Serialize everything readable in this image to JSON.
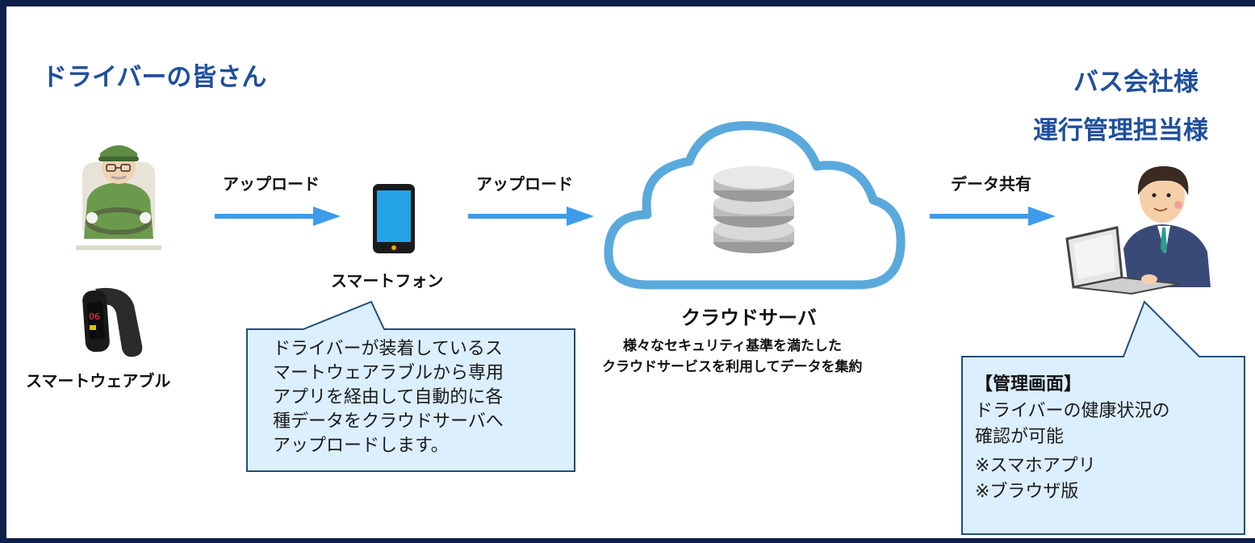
{
  "drivers_heading": "ドライバーの皆さん",
  "bus_company": {
    "line1": "バス会社様",
    "line2": "運行管理担当様"
  },
  "devices": {
    "wearable_label": "スマートウェアブル",
    "wearable_display": "06",
    "phone_label": "スマートフォン"
  },
  "arrows": {
    "upload_1": "アップロード",
    "upload_2": "アップロード",
    "share": "データ共有"
  },
  "cloud": {
    "title": "クラウドサーバ",
    "desc_line1": "様々なセキュリティ基準を満たした",
    "desc_line2": "クラウドサービスを利用してデータを集約"
  },
  "callout_left": {
    "lines": [
      "ドライバーが装着しているス",
      "マートウェアラブルから専用",
      "アプリを経由して自動的に各",
      "種データをクラウドサーバへ",
      "アップロードします。"
    ]
  },
  "callout_right": {
    "heading": "【管理画面】",
    "lines": [
      "ドライバーの健康状況の",
      "確認が可能"
    ],
    "notes": [
      "※スマホアプリ",
      "※ブラウザ版"
    ]
  },
  "colors": {
    "frame": "#0d1f4a",
    "heading": "#1f4f9c",
    "arrow": "#3d9be9",
    "cloud_outline": "#5aa9dd",
    "callout_fill": "#dcefff",
    "callout_border": "#1f4f7a"
  }
}
